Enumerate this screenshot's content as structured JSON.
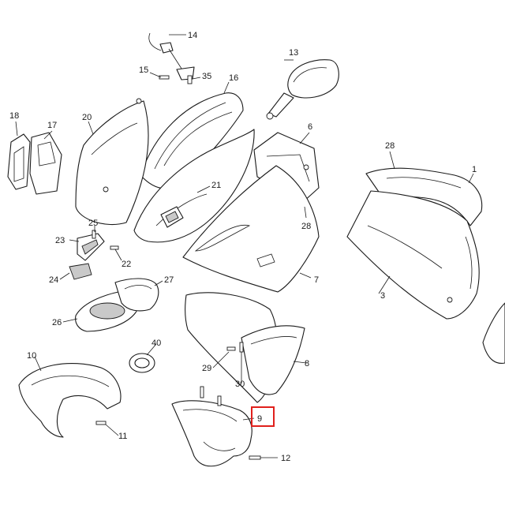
{
  "callouts": [
    {
      "id": "14",
      "label": "14"
    },
    {
      "id": "13",
      "label": "13"
    },
    {
      "id": "15",
      "label": "15"
    },
    {
      "id": "35",
      "label": "35"
    },
    {
      "id": "16",
      "label": "16"
    },
    {
      "id": "18",
      "label": "18"
    },
    {
      "id": "17",
      "label": "17"
    },
    {
      "id": "20",
      "label": "20"
    },
    {
      "id": "6",
      "label": "6"
    },
    {
      "id": "28a",
      "label": "28"
    },
    {
      "id": "1",
      "label": "1"
    },
    {
      "id": "21",
      "label": "21"
    },
    {
      "id": "28b",
      "label": "28"
    },
    {
      "id": "25",
      "label": "25"
    },
    {
      "id": "23",
      "label": "23"
    },
    {
      "id": "22",
      "label": "22"
    },
    {
      "id": "24",
      "label": "24"
    },
    {
      "id": "27",
      "label": "27"
    },
    {
      "id": "7",
      "label": "7"
    },
    {
      "id": "3",
      "label": "3"
    },
    {
      "id": "26",
      "label": "26"
    },
    {
      "id": "40",
      "label": "40"
    },
    {
      "id": "10",
      "label": "10"
    },
    {
      "id": "29",
      "label": "29"
    },
    {
      "id": "8",
      "label": "8"
    },
    {
      "id": "30",
      "label": "30"
    },
    {
      "id": "9",
      "label": "9"
    },
    {
      "id": "11",
      "label": "11"
    },
    {
      "id": "12",
      "label": "12"
    }
  ],
  "highlight": {
    "callout": "9",
    "color": "#e0201c"
  }
}
